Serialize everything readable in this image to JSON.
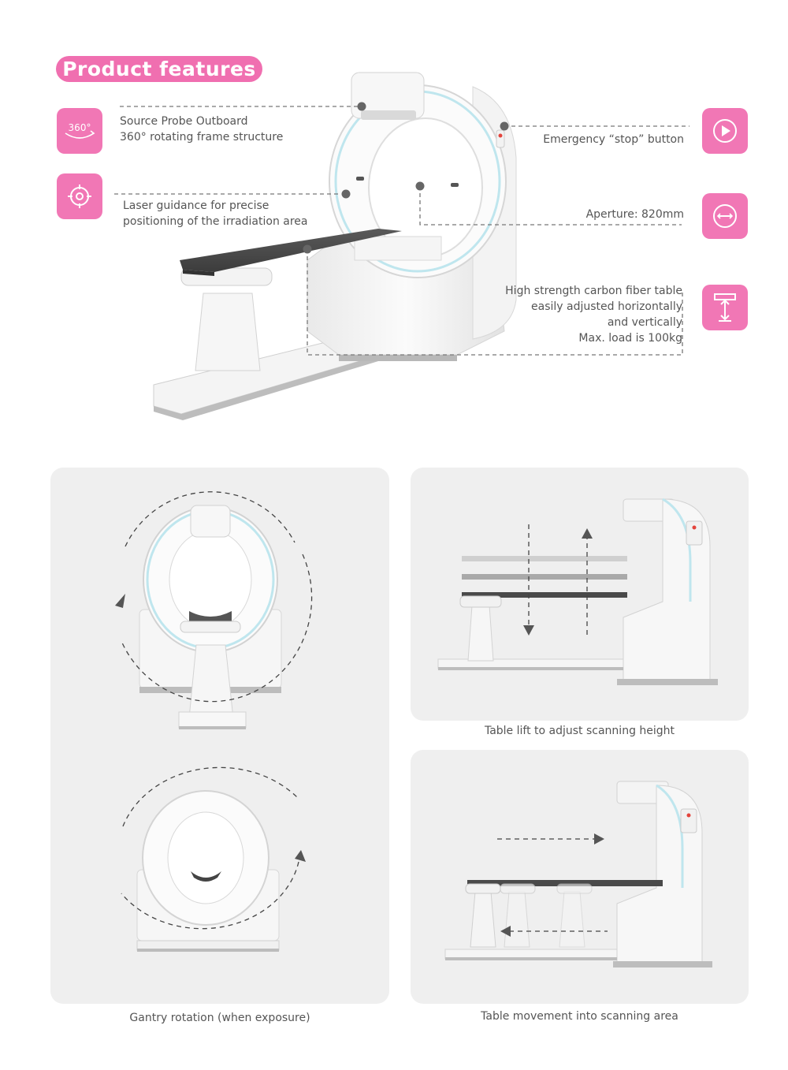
{
  "header": {
    "title": "Product features"
  },
  "features": {
    "rotating": {
      "icon": "rotation-360-icon",
      "badge": "360°",
      "line1": "Source Probe Outboard",
      "line2": "360° rotating frame structure"
    },
    "laser": {
      "icon": "crosshair-target-icon",
      "line1": "Laser guidance for precise",
      "line2": "positioning of the irradiation area"
    },
    "emergency": {
      "icon": "play-button-icon",
      "text": "Emergency “stop” button"
    },
    "aperture": {
      "icon": "aperture-circle-icon",
      "text": "Aperture: 820mm"
    },
    "table": {
      "icon": "table-lift-icon",
      "line1": "High strength carbon fiber table",
      "line2": "easily adjusted horizontally",
      "line3": "and vertically",
      "line4": "Max. load is 100kg"
    }
  },
  "panels": {
    "rotation": {
      "caption": "Gantry rotation (when exposure)"
    },
    "lift": {
      "caption": "Table lift to adjust scanning height"
    },
    "movement": {
      "caption": "Table movement into scanning area"
    }
  },
  "colors": {
    "accent": "#f177b5",
    "title_bg": "#f06fb0",
    "panel_bg": "#efefef",
    "gantry_ring": "#bfe6ee",
    "table_dark": "#4a4a4a"
  }
}
